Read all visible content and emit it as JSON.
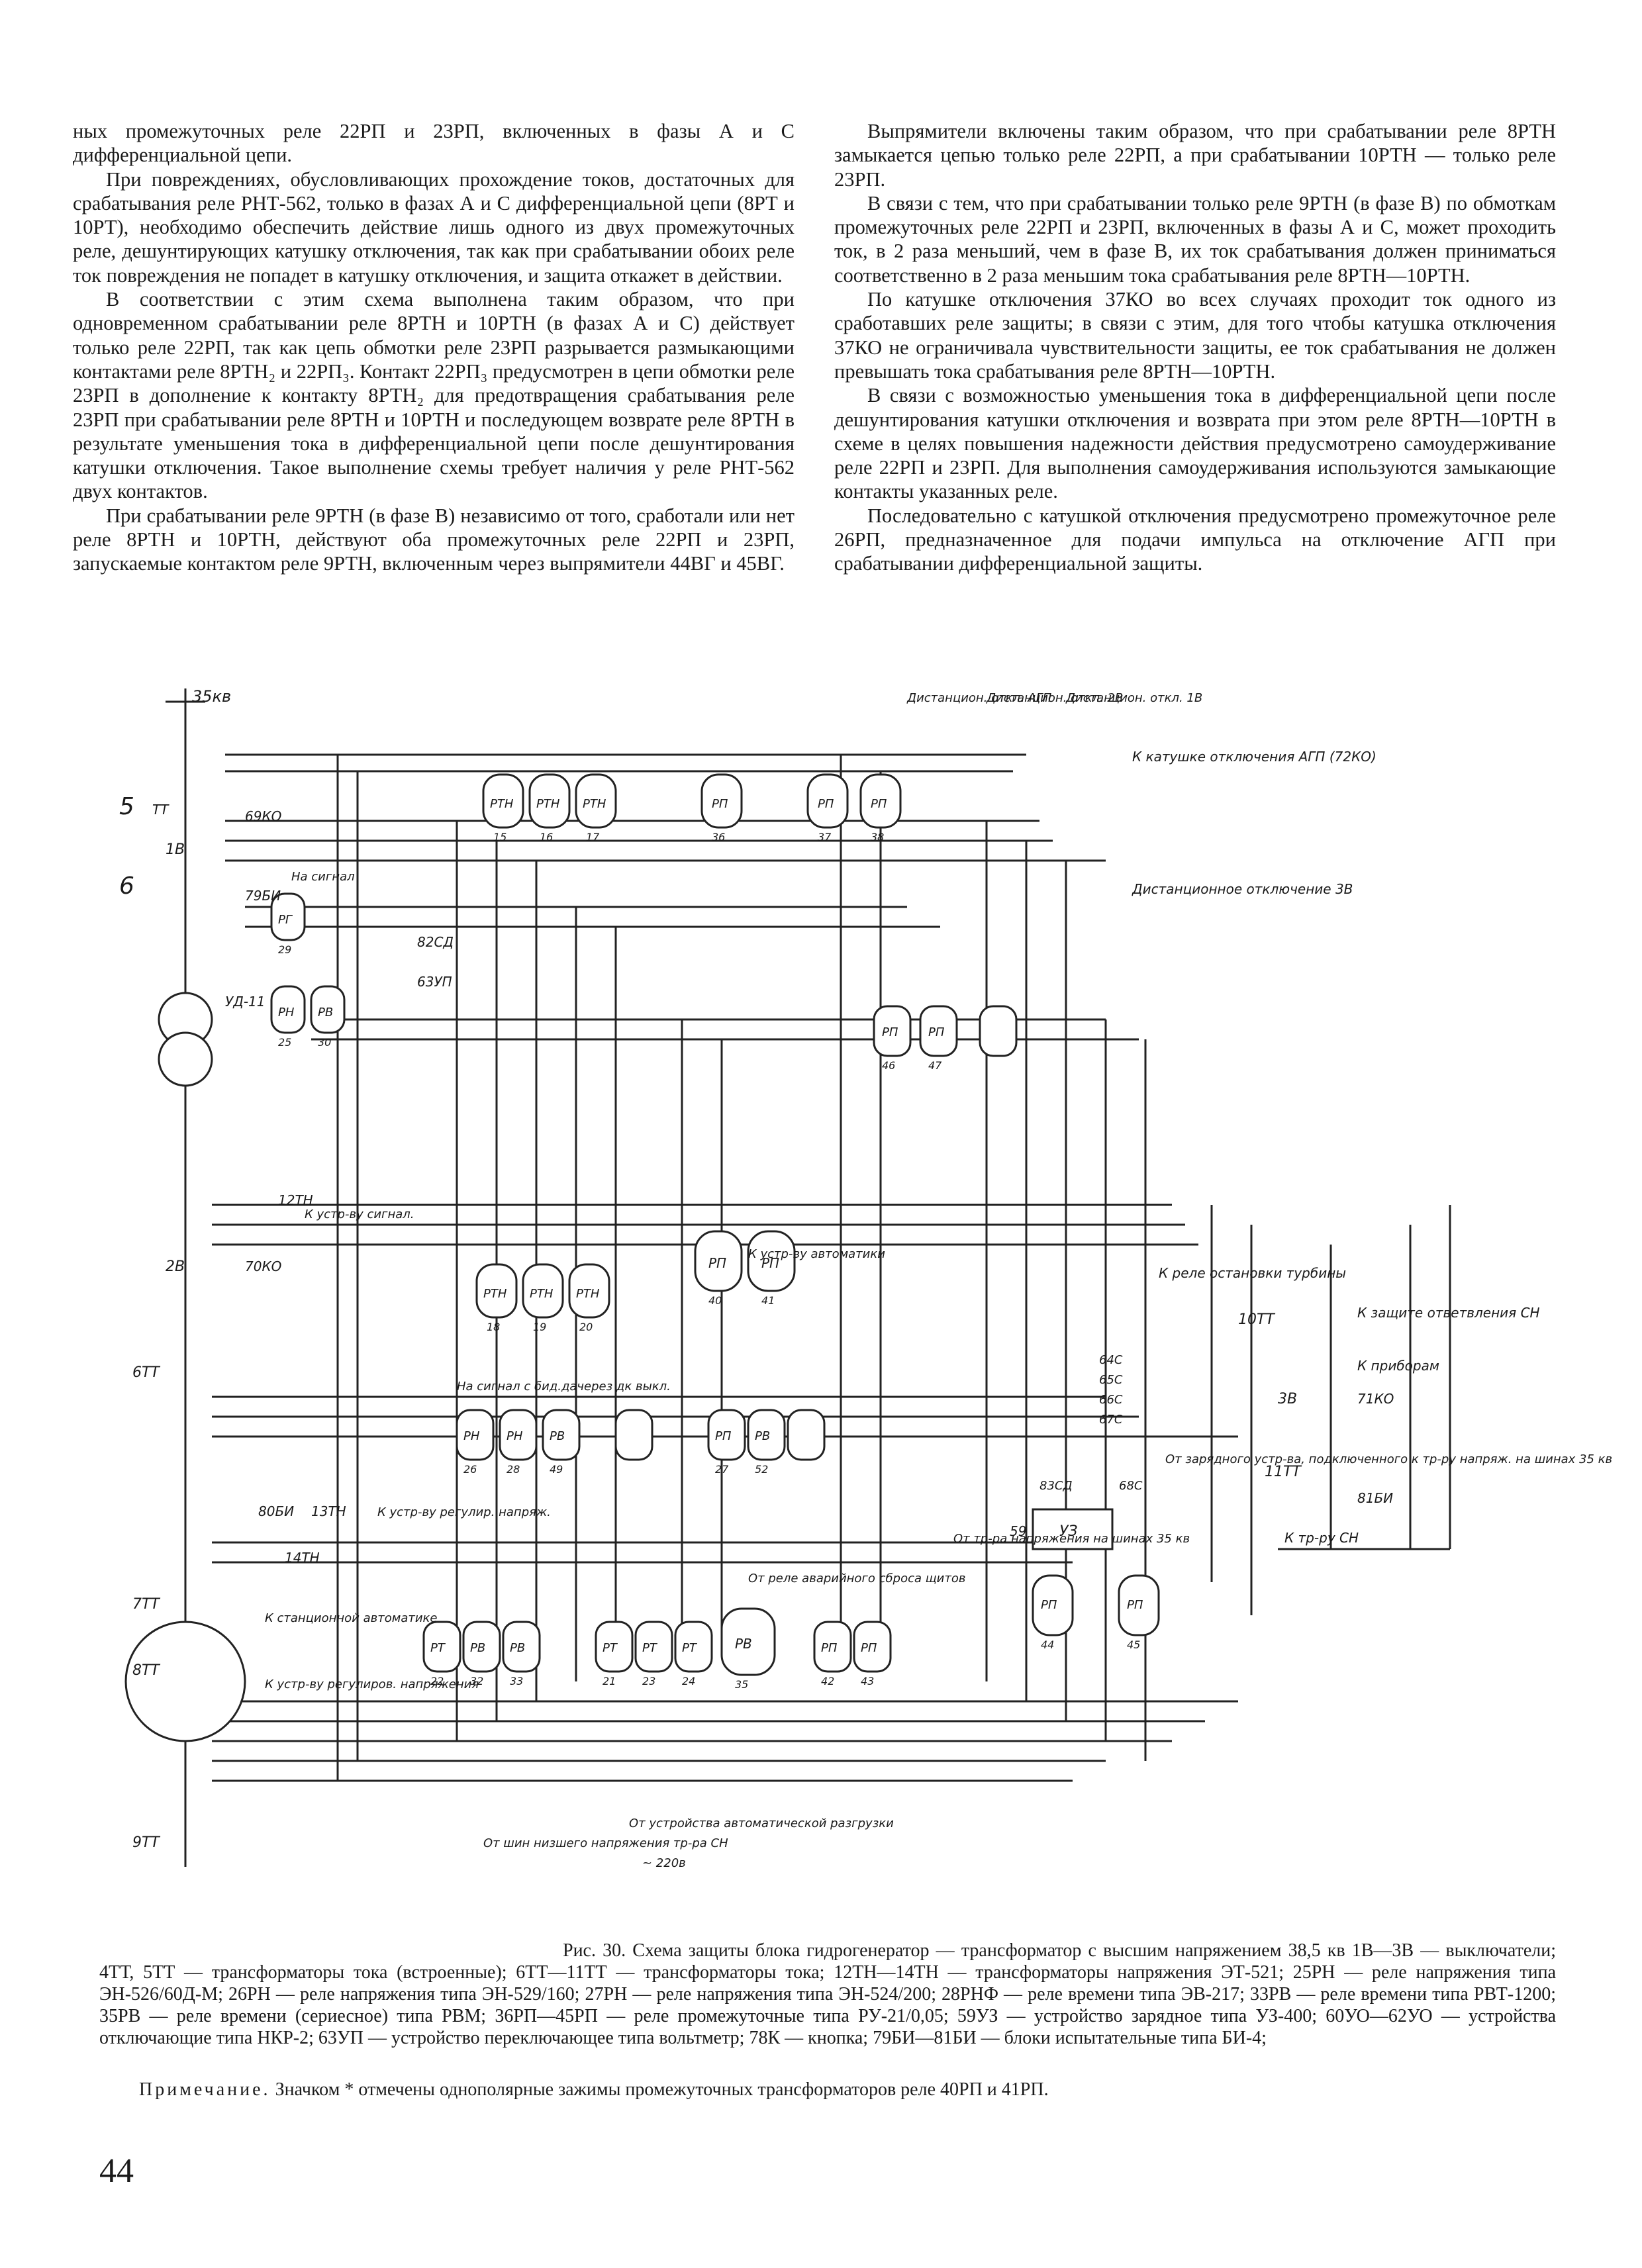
{
  "left_column": {
    "p1": "ных промежуточных реле 22РП и 23РП, включенных в фазы А и С дифференциальной цепи.",
    "p2": "При повреждениях, обусловливающих прохождение токов, достаточных для срабатывания реле РНТ-562, только в фазах А и С дифференциальной цепи (8РТ и 10РТ), необходимо обеспечить действие лишь одного из двух промежуточных реле, дешунтирующих катушку отключения, так как при срабатывании обоих реле ток повреждения не попадет в катушку отключения, и защита откажет в действии.",
    "p3": "В соответствии с этим схема выполнена таким образом, что при одновременном срабатывании реле 8РТН и 10РТН (в фазах А и С) действует только реле 22РП, так как цепь обмотки реле 23РП разрывается размыкающими контактами реле 8РТН₂ и 22РП₃. Контакт 22РП₃ предусмотрен в цепи обмотки реле 23РП в дополнение к контакту 8РТН₂ для предотвращения срабатывания реле 23РП при срабатывании реле 8РТН и 10РТН и последующем возврате реле 8РТН в результате уменьшения тока в дифференциальной цепи после дешунтирования катушки отключения. Такое выполнение схемы требует наличия у реле РНТ-562 двух контактов.",
    "p4": "При срабатывании реле 9РТН (в фазе В) независимо от того, сработали или нет реле 8РТН и 10РТН, действуют оба промежуточных реле 22РП и 23РП, запускаемые контактом реле 9РТН, включенным через выпрямители 44ВГ и 45ВГ."
  },
  "right_column": {
    "p1": "Выпрямители включены таким образом, что при срабатывании реле 8РТН замыкается цепью только реле 22РП, а при срабатывании 10РТН — только реле 23РП.",
    "p2": "В связи с тем, что при срабатывании только реле 9РТН (в фазе В) по обмоткам промежуточных реле 22РП и 23РП, включенных в фазы А и С, может проходить ток, в 2 раза меньший, чем в фазе В, их ток срабатывания должен приниматься соответственно в 2 раза меньшим тока срабатывания реле 8РТН—10РТН.",
    "p3": "По катушке отключения 37КО во всех случаях проходит ток одного из сработавших реле защиты; в связи с этим, для того чтобы катушка отключения 37КО не ограничивала чувствительности защиты, ее ток срабатывания не должен превышать тока срабатывания реле 8РТН—10РТН.",
    "p4": "В связи с возможностью уменьшения тока в дифференциальной цепи после дешунтирования катушки отключения и возврата при этом реле 8РТН—10РТН в схеме в целях повышения надежности действия предусмотрено самоудерживание реле 22РП и 23РП. Для выполнения самоудерживания используются замыкающие контакты указанных реле.",
    "p5": "Последовательно с катушкой отключения предусмотрено промежуточное реле 26РП, предназначенное для подачи импульса на отключение АГП при срабатывании дифференциальной защиты."
  },
  "figure": {
    "labels": {
      "kv35": "35кв",
      "remote_agp": "Дистанцион. откл. АГП",
      "remote_2v": "Дистанцион. откл. 2В",
      "remote_1v": "Дистанцион. откл. 1В",
      "to_agp_coil": "К катушке отключения АГП (72КО)",
      "remote_3v": "Дистанционное отключение 3В",
      "n5": "5",
      "n6": "6",
      "tt": "ТТ",
      "b1": "1В",
      "b2": "2В",
      "b3": "3В",
      "ko69": "69КО",
      "bi79": "79БИ",
      "ko70": "70КО",
      "ko71": "71КО",
      "bi80": "80БИ",
      "bi81": "81БИ",
      "sd82": "82СД",
      "up63": "63УП",
      "ud11": "УД-11",
      "tn12": "12ТН",
      "tn13": "13ТН",
      "tn14": "14ТН",
      "tt6": "6ТТ",
      "tt7": "7ТТ",
      "tt8": "8ТТ",
      "tt9": "9ТТ",
      "tt10": "10ТТ",
      "tt11": "11ТТ",
      "na_signal": "На сигнал",
      "to_signal_device": "К устр-ву сигнал.",
      "to_turbine_stop": "К реле остановки турбины",
      "to_auto_device": "К устр-ву автоматики",
      "to_sn_protection": "К защите ответвления СН",
      "to_instruments": "К приборам",
      "to_sn_switch": "К тр-ру СН",
      "from_charger": "От зарядного устр-ва, подключенного к тр-ру напряж. на шинах 35 кв",
      "from_tn_35": "От тр-ра напряжения на шинах 35 кв",
      "to_voltage_regulator": "К устр-ву регулир. напряж.",
      "to_station_automation": "К станционной автоматике",
      "to_voltage_regulators": "К устр-ву регулиров. напряжения",
      "from_load_shedding": "От реле аварийного сброса щитов",
      "from_auto_unload": "От устройства автоматической разгрузки",
      "from_low_voltage_bus": "От шин низшего напряжения тр-ра СН",
      "ac220": "~ 220в",
      "uz59": "УЗ",
      "n59": "59",
      "signal_note": "На сигнал с бид.дачерез дк выкл.",
      "relays_top": [
        {
          "type": "РТН",
          "num": "15"
        },
        {
          "type": "РТН",
          "num": "16"
        },
        {
          "type": "РТН",
          "num": "17"
        },
        {
          "type": "РП",
          "num": "36"
        },
        {
          "type": "РП",
          "num": "37"
        },
        {
          "type": "РП",
          "num": "38"
        }
      ],
      "relays_mid": [
        {
          "type": "РТН",
          "num": "18"
        },
        {
          "type": "РТН",
          "num": "19"
        },
        {
          "type": "РТН",
          "num": "20"
        },
        {
          "type": "РП",
          "num": "40"
        },
        {
          "type": "РП",
          "num": "41"
        }
      ],
      "relays_left": [
        {
          "type": "РГ",
          "num": "29"
        },
        {
          "type": "РН",
          "num": "25"
        },
        {
          "type": "РВ",
          "num": "30"
        }
      ],
      "relays_right": [
        {
          "type": "РП",
          "num": "46"
        },
        {
          "type": "РП",
          "num": "47"
        }
      ],
      "relays_lower": [
        {
          "type": "РН",
          "num": "26"
        },
        {
          "type": "РН",
          "num": "28"
        },
        {
          "type": "РВ",
          "num": "49"
        },
        {
          "type": "РП",
          "num": "27"
        },
        {
          "type": "РВ",
          "num": "52"
        }
      ],
      "relays_bottom": [
        {
          "type": "РТ",
          "num": "22"
        },
        {
          "type": "РВ",
          "num": "32"
        },
        {
          "type": "РВ",
          "num": "33"
        },
        {
          "type": "РТ",
          "num": "21"
        },
        {
          "type": "РТ",
          "num": "23"
        },
        {
          "type": "РТ",
          "num": "24"
        },
        {
          "type": "РВ",
          "num": "35"
        },
        {
          "type": "РП",
          "num": "42"
        },
        {
          "type": "РП",
          "num": "43"
        },
        {
          "type": "РП",
          "num": "44"
        },
        {
          "type": "РП",
          "num": "45"
        }
      ],
      "capacitors": [
        "64С",
        "65С",
        "66С",
        "67С",
        "68С",
        "83СД"
      ]
    }
  },
  "caption": "Рис. 30. Схема защиты блока гидрогенератор — трансформатор с высшим напряжением 38,5 кв 1В—3В — выключатели; 4ТТ, 5ТТ — трансформаторы тока (встроенные); 6ТТ—11ТТ — трансформаторы тока; 12ТН—14ТН — трансформаторы напряжения ЭТ-521; 25РН — реле напряжения типа ЭН-526/60Д-М; 26РН — реле напряжения типа ЭН-529/160; 27РН — реле напряжения типа ЭН-524/200; 28РНФ — реле времени типа ЭВ-217; 33РВ — реле времени типа РВТ-1200; 35РВ — реле времени (сериесное) типа РВМ; 36РП—45РП — реле промежуточные типа РУ-21/0,05; 59УЗ — устройство зарядное типа УЗ-400; 60УО—62УО — устройства отключающие типа НКР-2; 63УП — устройство переключающее типа вольтметр; 78К — кнопка; 79БИ—81БИ — блоки испытательные типа БИ-4;",
  "note_lead": "Примечание.",
  "note_text": "Значком * отмечены однополярные зажимы промежуточных трансформаторов реле 40РП и 41РП.",
  "page_number": "44"
}
